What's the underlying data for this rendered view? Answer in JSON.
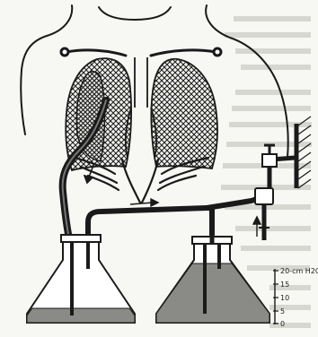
{
  "figure": {
    "scale_labels": [
      "20-cm H2O",
      "15",
      "10",
      "5",
      "0"
    ],
    "colors": {
      "ink": "#1a1a1a",
      "paper": "#f7f7f4",
      "liquid": "#8a8a86",
      "bleed_text": "#bdbdb8"
    }
  }
}
